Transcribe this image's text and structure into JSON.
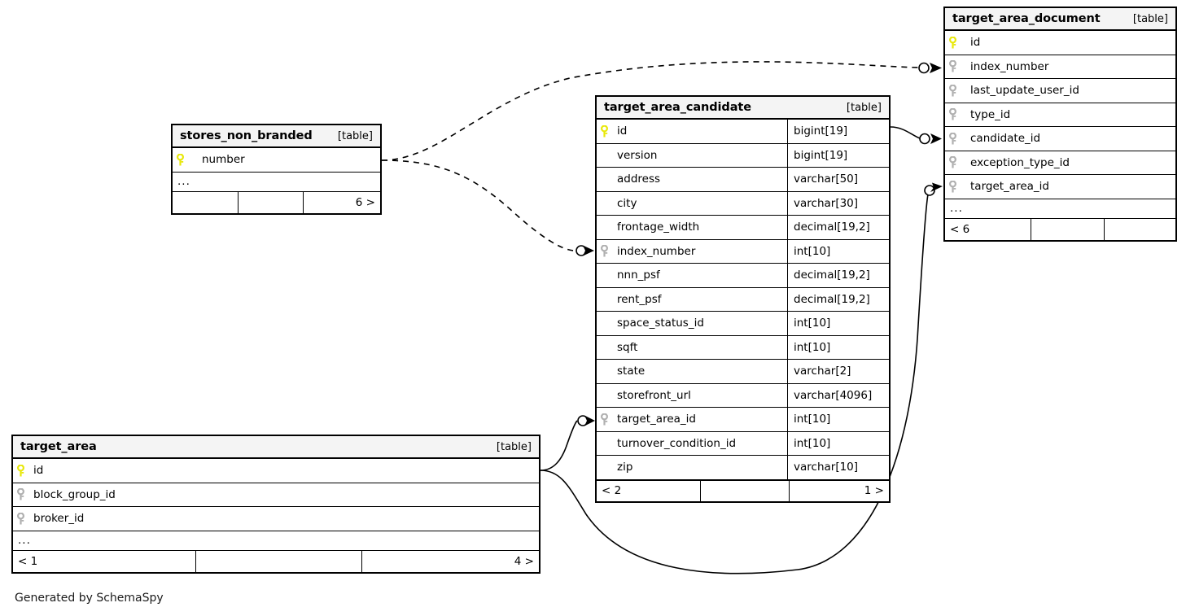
{
  "diagram": {
    "credit": "Generated by SchemaSpy",
    "table_tag": "[table]",
    "ellipsis": "...",
    "icons": {
      "primary_key": "yellow-key-icon",
      "foreign_key": "gray-key-icon"
    },
    "colors": {
      "primary_key": "#e8e80a",
      "foreign_key": "#b0b0b0",
      "title_background": "#f4f4f4",
      "border": "#000000",
      "background": "#ffffff"
    }
  },
  "tables": {
    "target_area_candidate": {
      "name": "target_area_candidate",
      "tag": "[table]",
      "columns": [
        {
          "name": "id",
          "type": "bigint[19]",
          "key": "primary"
        },
        {
          "name": "version",
          "type": "bigint[19]",
          "key": "none"
        },
        {
          "name": "address",
          "type": "varchar[50]",
          "key": "none"
        },
        {
          "name": "city",
          "type": "varchar[30]",
          "key": "none"
        },
        {
          "name": "frontage_width",
          "type": "decimal[19,2]",
          "key": "none"
        },
        {
          "name": "index_number",
          "type": "int[10]",
          "key": "foreign"
        },
        {
          "name": "nnn_psf",
          "type": "decimal[19,2]",
          "key": "none"
        },
        {
          "name": "rent_psf",
          "type": "decimal[19,2]",
          "key": "none"
        },
        {
          "name": "space_status_id",
          "type": "int[10]",
          "key": "none"
        },
        {
          "name": "sqft",
          "type": "int[10]",
          "key": "none"
        },
        {
          "name": "state",
          "type": "varchar[2]",
          "key": "none"
        },
        {
          "name": "storefront_url",
          "type": "varchar[4096]",
          "key": "none"
        },
        {
          "name": "target_area_id",
          "type": "int[10]",
          "key": "foreign"
        },
        {
          "name": "turnover_condition_id",
          "type": "int[10]",
          "key": "none"
        },
        {
          "name": "zip",
          "type": "varchar[10]",
          "key": "none"
        }
      ],
      "has_ellipsis": false,
      "footer": {
        "left": "< 2",
        "middle": "",
        "right": "1 >"
      }
    },
    "target_area_document": {
      "name": "target_area_document",
      "tag": "[table]",
      "columns": [
        {
          "name": "id",
          "type": "",
          "key": "primary"
        },
        {
          "name": "index_number",
          "type": "",
          "key": "foreign"
        },
        {
          "name": "last_update_user_id",
          "type": "",
          "key": "foreign"
        },
        {
          "name": "type_id",
          "type": "",
          "key": "foreign"
        },
        {
          "name": "candidate_id",
          "type": "",
          "key": "foreign"
        },
        {
          "name": "exception_type_id",
          "type": "",
          "key": "foreign"
        },
        {
          "name": "target_area_id",
          "type": "",
          "key": "foreign"
        }
      ],
      "has_ellipsis": true,
      "footer": {
        "left": "< 6",
        "middle": "",
        "right": ""
      }
    },
    "stores_non_branded": {
      "name": "stores_non_branded",
      "tag": "[table]",
      "columns": [
        {
          "name": "number",
          "type": "",
          "key": "primary"
        }
      ],
      "has_ellipsis": true,
      "footer": {
        "left": "",
        "middle": "",
        "right": "6 >"
      }
    },
    "target_area": {
      "name": "target_area",
      "tag": "[table]",
      "columns": [
        {
          "name": "id",
          "type": "",
          "key": "primary"
        },
        {
          "name": "block_group_id",
          "type": "",
          "key": "foreign"
        },
        {
          "name": "broker_id",
          "type": "",
          "key": "foreign"
        }
      ],
      "has_ellipsis": true,
      "footer": {
        "left": "< 1",
        "middle": "",
        "right": "4 >"
      }
    }
  },
  "relationships": [
    {
      "from": "stores_non_branded.number",
      "to": "target_area_document.index_number",
      "style": "dashed"
    },
    {
      "from": "stores_non_branded.number",
      "to": "target_area_candidate.index_number",
      "style": "dashed"
    },
    {
      "from": "target_area_candidate.id",
      "to": "target_area_document.candidate_id",
      "style": "solid"
    },
    {
      "from": "target_area.id",
      "to": "target_area_candidate.target_area_id",
      "style": "solid"
    },
    {
      "from": "target_area.id",
      "to": "target_area_document.target_area_id",
      "style": "solid"
    }
  ]
}
